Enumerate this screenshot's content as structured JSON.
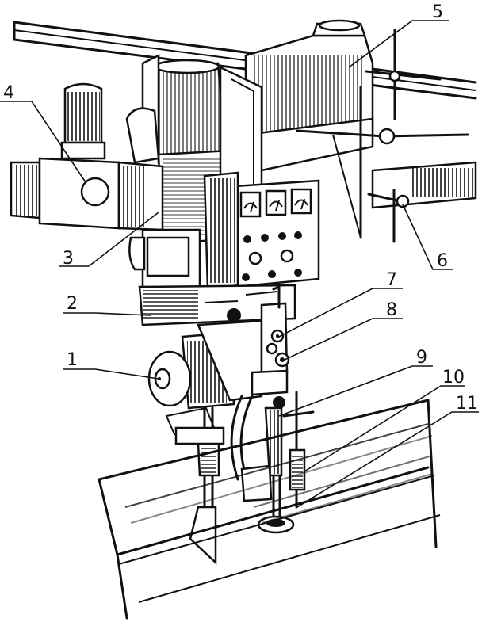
{
  "callouts": [
    {
      "id": "1",
      "text": "1"
    },
    {
      "id": "2",
      "text": "2"
    },
    {
      "id": "3",
      "text": "3"
    },
    {
      "id": "4",
      "text": "4"
    },
    {
      "id": "5",
      "text": "5"
    },
    {
      "id": "6",
      "text": "6"
    },
    {
      "id": "7",
      "text": "7"
    },
    {
      "id": "8",
      "text": "8"
    },
    {
      "id": "9",
      "text": "9"
    },
    {
      "id": "10",
      "text": "10"
    },
    {
      "id": "11",
      "text": "11"
    }
  ],
  "colors": {
    "ink": "#111111",
    "paper": "#ffffff"
  }
}
